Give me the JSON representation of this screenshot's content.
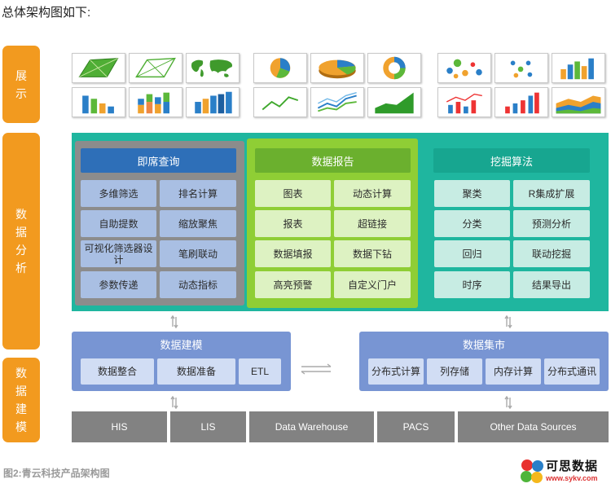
{
  "heading": "总体架构图如下:",
  "side_labels": {
    "display": [
      "展",
      "示"
    ],
    "analysis": [
      "数",
      "据",
      "分",
      "析"
    ],
    "modeling": [
      "数",
      "据",
      "建",
      "模"
    ]
  },
  "thumbnails": [
    "map-icon",
    "map-outline-icon",
    "world-map-icon",
    "pie-chart-icon",
    "pie-3d-icon",
    "donut-chart-icon",
    "bubble-chart-icon",
    "scatter-chart-icon",
    "bar-3d-icon",
    "bar-chart-icon",
    "stacked-bar-icon",
    "bar-3d-blue-icon",
    "line-chart-icon",
    "multi-line-icon",
    "area-chart-icon",
    "line-bar-combo-icon",
    "bar-combo-icon",
    "stacked-area-icon"
  ],
  "query_panel": {
    "title": "即席查询",
    "items": [
      "多维筛选",
      "排名计算",
      "自助提数",
      "缩放聚焦",
      "可视化筛选器设计",
      "笔刷联动",
      "参数传递",
      "动态指标"
    ]
  },
  "report_panel": {
    "title": "数据报告",
    "items": [
      "图表",
      "动态计算",
      "报表",
      "超链接",
      "数据填报",
      "数据下钻",
      "高亮预警",
      "自定义门户"
    ]
  },
  "mining_panel": {
    "title": "挖掘算法",
    "items": [
      "聚类",
      "R集成扩展",
      "分类",
      "预测分析",
      "回归",
      "联动挖掘",
      "时序",
      "结果导出"
    ]
  },
  "modeling_panel": {
    "title": "数据建模",
    "items": [
      "数据整合",
      "数据准备",
      "ETL"
    ]
  },
  "mart_panel": {
    "title": "数据集市",
    "items": [
      "分布式计算",
      "列存储",
      "内存计算",
      "分布式通讯"
    ]
  },
  "sources": [
    "HIS",
    "LIS",
    "Data Warehouse",
    "PACS",
    "Other Data Sources"
  ],
  "caption": "图2:青云科技产品架构图",
  "logo": {
    "name": "可思数据",
    "url": "www.sykv.com"
  }
}
